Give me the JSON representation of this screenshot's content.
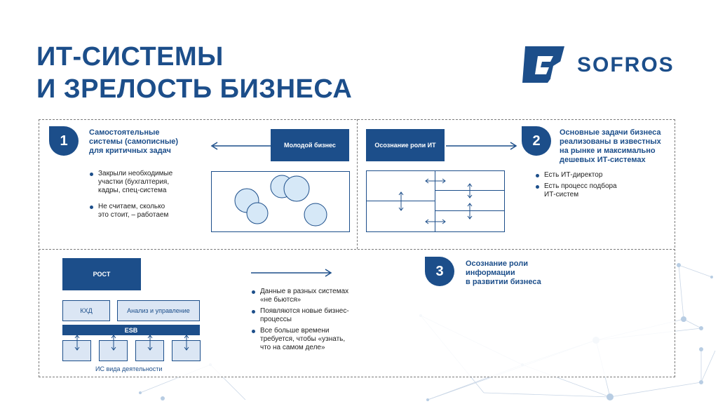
{
  "title": {
    "line1": "ИТ-СИСТЕМЫ",
    "line2": "И ЗРЕЛОСТЬ БИЗНЕСА"
  },
  "logo": {
    "text": "SOFROS"
  },
  "colors": {
    "primary": "#1c4e8a",
    "circle_fill": "#d6e8f7",
    "frame": "#7a7a7a"
  },
  "section1": {
    "number": "1",
    "title_lines": [
      "Самостоятельные",
      "системы (самописные)",
      "для критичных задач"
    ],
    "box_label": "Молодой бизнес",
    "bullets": [
      [
        "Закрыли необходимые",
        "участки (бухгалтерия,",
        "кадры, спец-система"
      ],
      [
        "Не считаем, сколько",
        "это стоит, – работаем"
      ]
    ]
  },
  "section2": {
    "number": "2",
    "title_lines": [
      "Основные задачи бизнеса",
      "реализованы в известных",
      "на рынке и максимально",
      "дешевых ИТ-системах"
    ],
    "box_label": "Осознание роли ИТ",
    "bullets": [
      [
        "Есть ИТ-директор"
      ],
      [
        "Есть процесс подбора",
        "ИТ-систем"
      ]
    ]
  },
  "section3": {
    "number": "3",
    "title_lines": [
      "Осознание роли",
      "информации",
      "в развитии бизнеса"
    ],
    "box_label": "РОСТ",
    "kxd_label": "КХД",
    "analysis_label": "Анализ и управление",
    "esb_label": "ESB",
    "caption": "ИС вида деятельности",
    "bullets": [
      [
        "Данные в разных системах",
        "«не бьются»"
      ],
      [
        "Появляются новые бизнес-",
        "процессы"
      ],
      [
        "Все больше времени",
        "требуется, чтобы «узнать,",
        "что на самом деле»"
      ]
    ]
  }
}
